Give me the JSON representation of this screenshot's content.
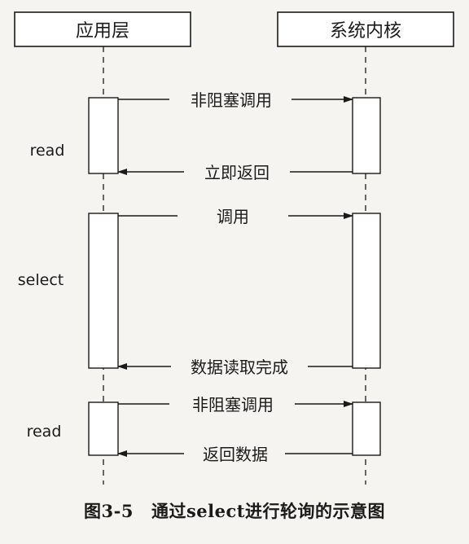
{
  "participants": {
    "app": "应用层",
    "kernel": "系统内核"
  },
  "phases": [
    {
      "label": "read",
      "call": "非阻塞调用",
      "return": "立即返回"
    },
    {
      "label": "select",
      "call": "调用",
      "return": "数据读取完成"
    },
    {
      "label": "read",
      "call": "非阻塞调用",
      "return": "返回数据"
    }
  ],
  "caption": {
    "number": "图3-5",
    "text": "通过select进行轮询的示意图"
  }
}
